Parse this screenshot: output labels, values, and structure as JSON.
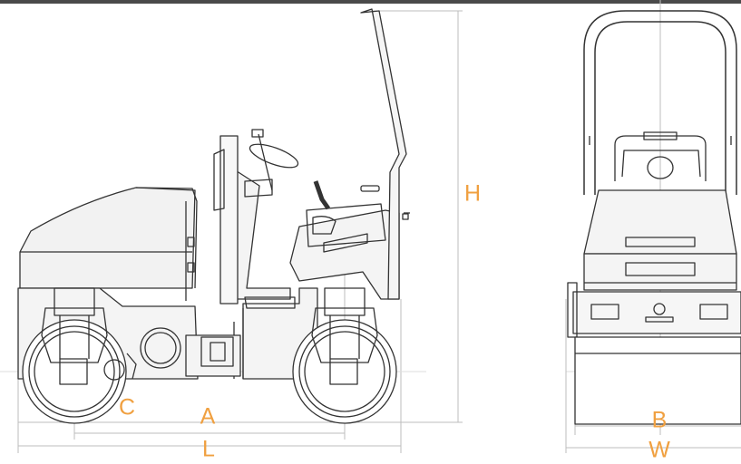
{
  "labels": {
    "H": "H",
    "A": "A",
    "C": "C",
    "L": "L",
    "B": "B",
    "W": "W"
  },
  "colors": {
    "accent": "#f0a040",
    "line": "#333333",
    "dim_line": "#bbbbbb",
    "top_bar": "#4a4a4a"
  }
}
